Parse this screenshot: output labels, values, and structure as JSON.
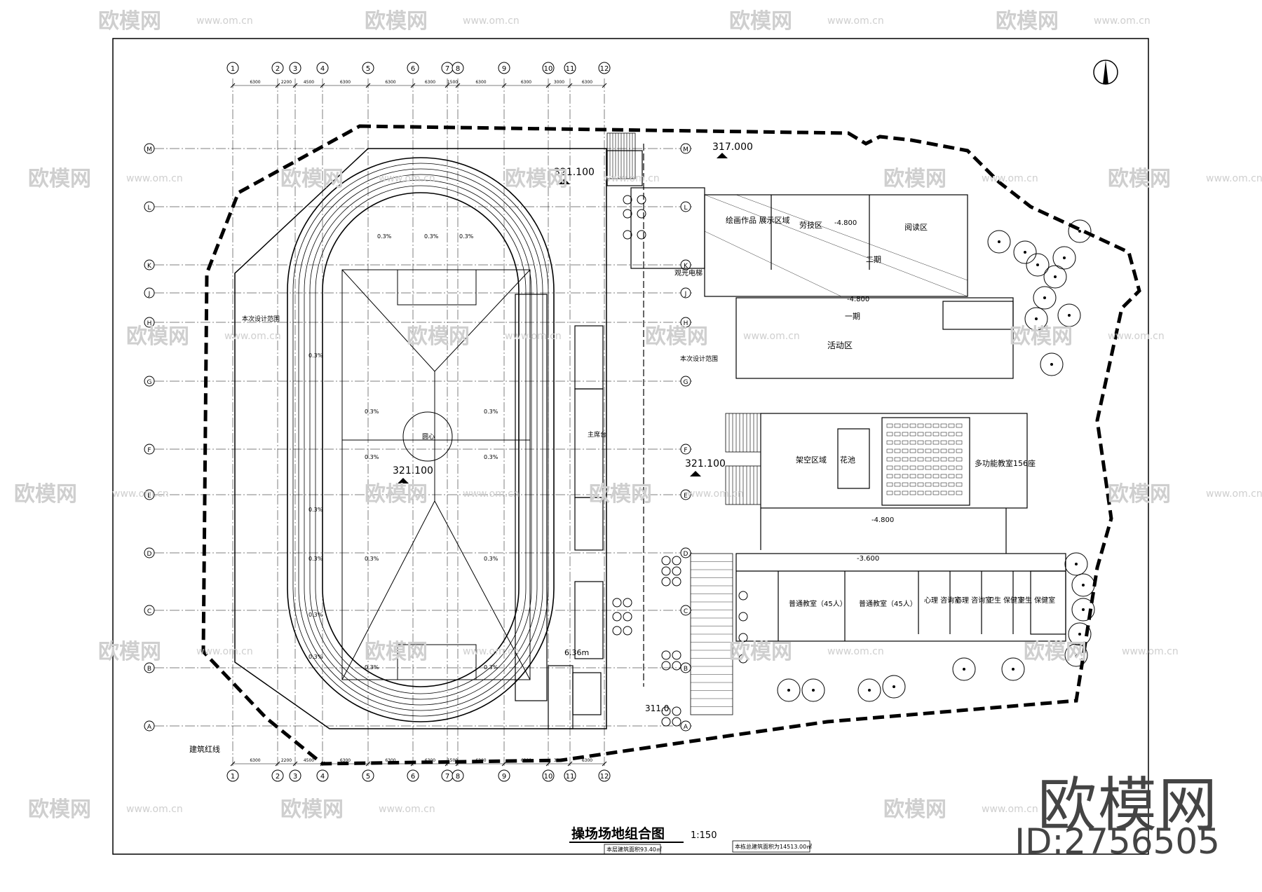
{
  "drawing": {
    "title": "操场场地组合图",
    "scale": "1:150",
    "area_note_left": "本层建筑面积93.40㎡",
    "area_note_right": "本栋总建筑面积为14513.00㎡"
  },
  "grid": {
    "columns": [
      "1",
      "2",
      "3",
      "4",
      "5",
      "6",
      "7",
      "8",
      "9",
      "10",
      "11",
      "12"
    ],
    "rows": [
      "A",
      "B",
      "C",
      "D",
      "E",
      "F",
      "G",
      "H",
      "J",
      "K",
      "L",
      "M"
    ],
    "dims_top": [
      "6300",
      "2200",
      "4500",
      "6300",
      "6300",
      "6300",
      "1500",
      "6300",
      "6300",
      "3000",
      "6300"
    ],
    "dims_bottom": [
      "6300",
      "2200",
      "4500",
      "6300",
      "6300",
      "6300",
      "1500",
      "6300",
      "6300",
      "3000",
      "6300"
    ]
  },
  "elevations": {
    "top_right": "317.000",
    "field_top": "321.100",
    "field_center": "321.100",
    "east": "321.100",
    "corridor": "6.36m",
    "lower": "311.0"
  },
  "field": {
    "center_label": "圆心",
    "slopes": [
      "0.3%",
      "0.3%",
      "0.3%",
      "0.3%",
      "0.3%",
      "0.3%",
      "0.3%",
      "0.3%",
      "0.3%",
      "0.3%",
      "0.3%",
      "0.3%",
      "0.3%",
      "0.3%",
      "0.3%",
      "0.3%"
    ],
    "notes": [
      "本次设计范围",
      "本次设计范围",
      "建筑红线",
      "主席台"
    ]
  },
  "rooms": {
    "display": "绘画作品\n展示区域",
    "fitness": "劳技区",
    "reading": "阅读区",
    "phase2": "二期",
    "phase1": "一期",
    "activity": "活动区",
    "open_area": "架空区域",
    "flower": "花池",
    "multi": "多功能教室156座",
    "class1": "普通教室（45人）",
    "class2": "普通教室（45人）",
    "psych1": "心理\n咨询室",
    "psych2": "心理\n咨询室",
    "health1": "卫生\n保健室",
    "health2": "卫生\n保健室",
    "sightseeing": "观光电梯",
    "level_a": "-4.800",
    "level_b": "-4.800",
    "level_c": "-4.800",
    "level_d": "-3.600"
  },
  "watermark": {
    "brand": "欧模网",
    "domain": "www.om.cn",
    "id": "ID:2756505"
  },
  "colors": {
    "line": "#000000",
    "watermark": "#c8c8c8"
  }
}
